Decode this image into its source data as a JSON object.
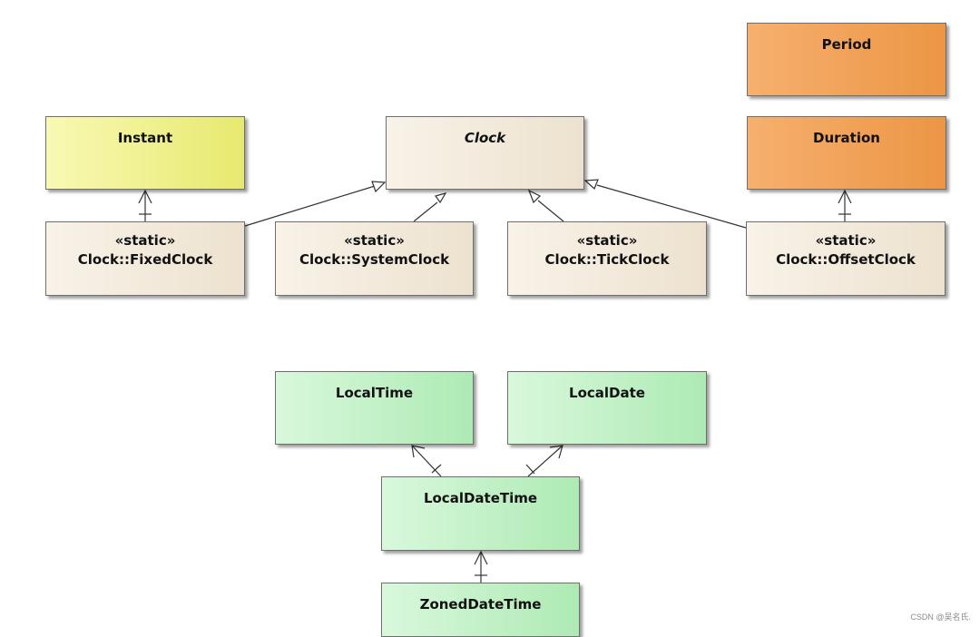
{
  "diagram": {
    "classes": {
      "period": "Period",
      "instant": "Instant",
      "clock": "Clock",
      "duration": "Duration",
      "fixed_clock": {
        "stereotype": "«static»",
        "name": "Clock::FixedClock"
      },
      "system_clock": {
        "stereotype": "«static»",
        "name": "Clock::SystemClock"
      },
      "tick_clock": {
        "stereotype": "«static»",
        "name": "Clock::TickClock"
      },
      "offset_clock": {
        "stereotype": "«static»",
        "name": "Clock::OffsetClock"
      },
      "local_time": "LocalTime",
      "local_date": "LocalDate",
      "local_date_time": "LocalDateTime",
      "zoned_date_time": "ZonedDateTime"
    },
    "relations": [
      {
        "from": "Clock::FixedClock",
        "to": "Clock",
        "kind": "generalization"
      },
      {
        "from": "Clock::SystemClock",
        "to": "Clock",
        "kind": "generalization"
      },
      {
        "from": "Clock::TickClock",
        "to": "Clock",
        "kind": "generalization"
      },
      {
        "from": "Clock::OffsetClock",
        "to": "Clock",
        "kind": "generalization"
      },
      {
        "from": "Clock::FixedClock",
        "to": "Instant",
        "kind": "navigable-association"
      },
      {
        "from": "Clock::OffsetClock",
        "to": "Duration",
        "kind": "navigable-association"
      },
      {
        "from": "LocalDateTime",
        "to": "LocalTime",
        "kind": "navigable-association"
      },
      {
        "from": "LocalDateTime",
        "to": "LocalDate",
        "kind": "navigable-association"
      },
      {
        "from": "ZonedDateTime",
        "to": "LocalDateTime",
        "kind": "navigable-association"
      }
    ],
    "colors": {
      "clock_family": "#f2e9dc",
      "instant": "#eff090",
      "period_duration": "#f0a055",
      "local_types": "#c3f1c8"
    },
    "watermark": "CSDN @吴名氏."
  }
}
